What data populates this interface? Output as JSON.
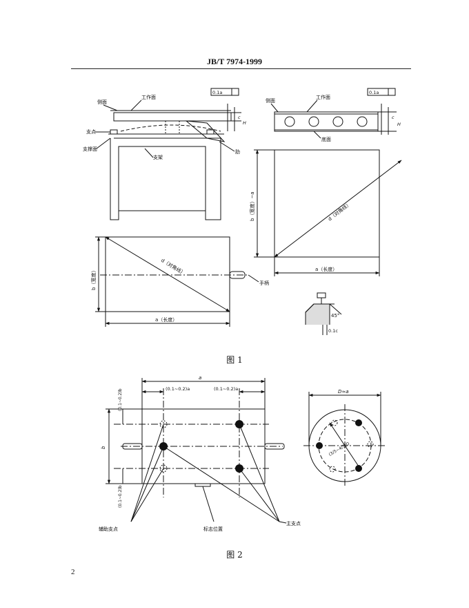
{
  "header": {
    "standard": "JB/T  7974-1999"
  },
  "figure1": {
    "caption": "图  1",
    "labels": {
      "side_face": "侧面",
      "work_face": "工作面",
      "fulcrum": "支点",
      "support_face": "支撑面",
      "bracket": "支架",
      "rib": "肋",
      "side_face_2": "侧面",
      "work_face_2": "工作面",
      "bottom_face": "底面",
      "tol_flat": "0.1a",
      "tol_flat_2": "0.1a",
      "dim_c": "c",
      "dim_h1": "H",
      "dim_c2": "c",
      "dim_h2": "H",
      "diag_top": "d（对角线）",
      "width_b_top": "b（宽度）",
      "length_a_top": "a（长度）",
      "handle": "手柄",
      "diag_right": "d（对角线）",
      "width_b_right": "b（宽度）~a",
      "length_a_right": "a（长度）",
      "chamfer_angle": "45°",
      "chamfer_dim": "0.1c"
    }
  },
  "figure2": {
    "caption": "图  2",
    "labels": {
      "dim_a": "a",
      "dim_02a": "(0.1~0.2)a",
      "dim_02a_2": "(0.1~0.2)a",
      "dim_02b_top": "(0.1~0.2)b",
      "dim_b": "b",
      "dim_02b_bot": "(0.1~0.2)b",
      "aux_support": "辅助支点",
      "mark_position": "标志位置",
      "main_support": "主支点",
      "dim_D": "D≈a",
      "dim_circle": "(3/5~4/5)D"
    }
  },
  "page_number": "2"
}
